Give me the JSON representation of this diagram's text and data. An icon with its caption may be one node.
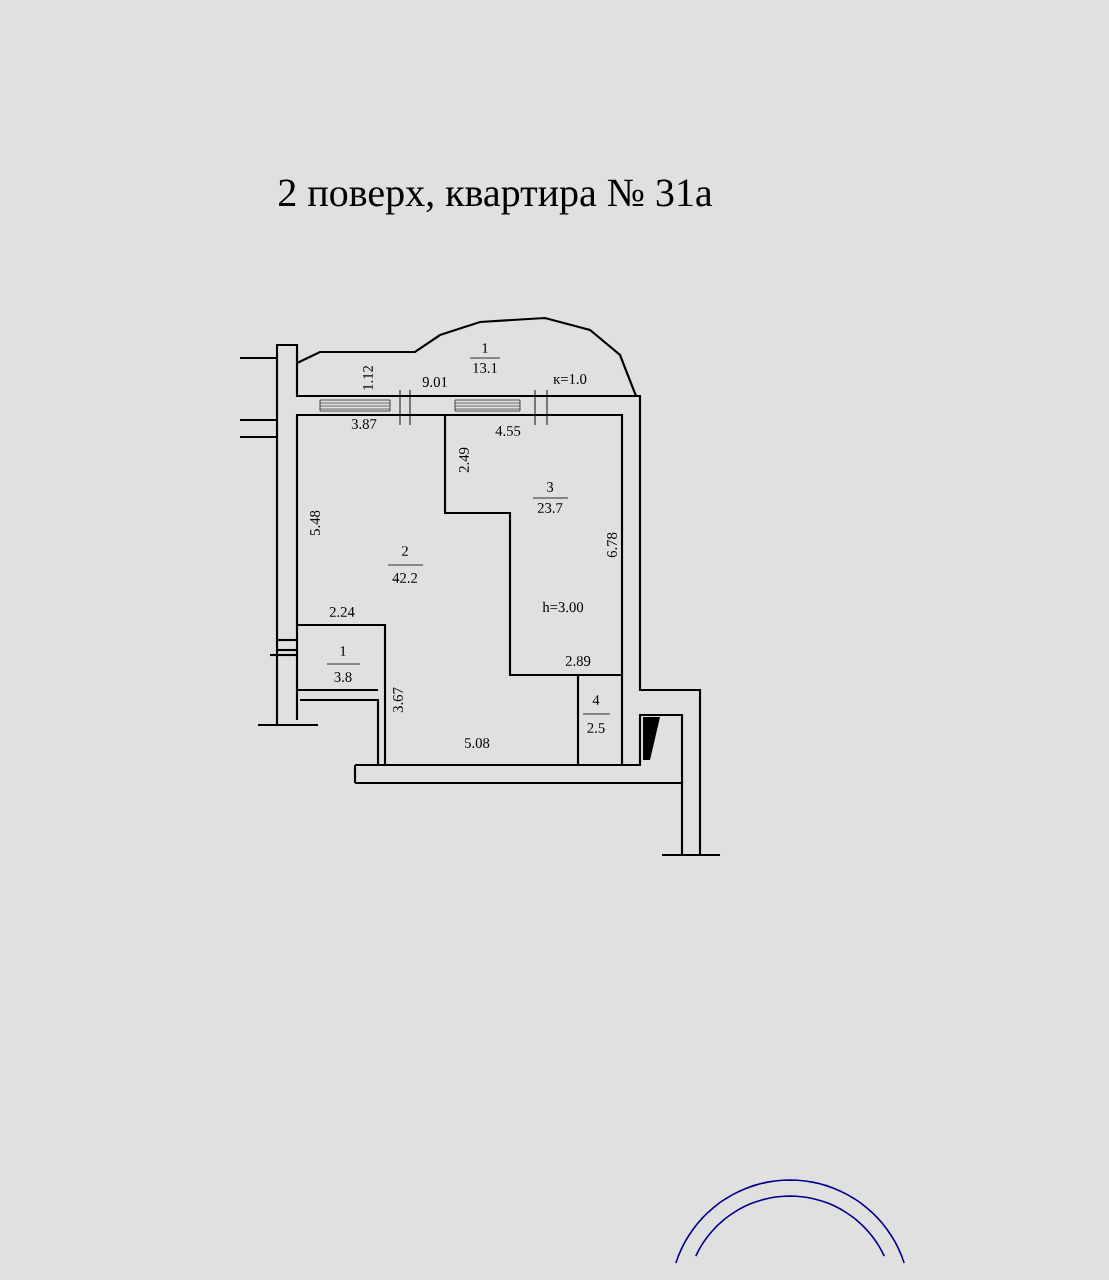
{
  "diagram": {
    "title": "2  поверх, квартира № 31а",
    "labels": [
      "1",
      "1.12",
      "13.1",
      "9.01",
      "к=1.0",
      "3.87",
      "4.55",
      "2.49",
      "3",
      "23.7",
      "5.48",
      "6.78",
      "2",
      "42.2",
      "2.24",
      "h=3.00",
      "1",
      "3.8",
      "2.89",
      "4",
      "3.67",
      "2.5",
      "5.08"
    ]
  }
}
